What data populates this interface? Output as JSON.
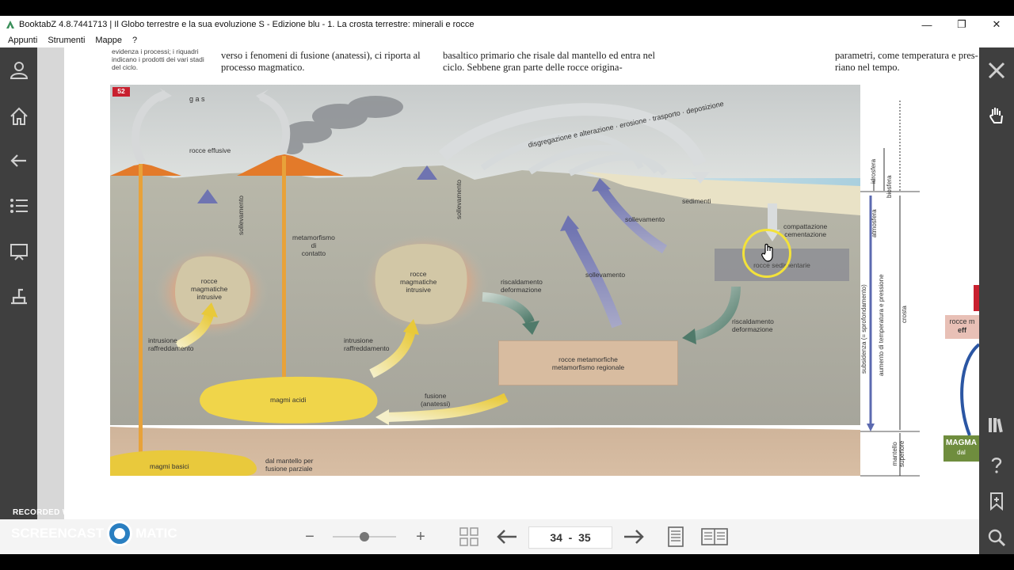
{
  "window": {
    "title": "BooktabZ 4.8.7441713 | Il Globo terrestre e la sua evoluzione S - Edizione blu - 1. La crosta terrestre: minerali e rocce",
    "minimize": "—",
    "restore": "❐",
    "close": "✕"
  },
  "menu": [
    "Appunti",
    "Strumenti",
    "Mappe",
    "?"
  ],
  "left_sidebar": [
    "user-icon",
    "home-icon",
    "back-arrow-icon",
    "list-icon",
    "board-icon",
    "tools-icon"
  ],
  "right_sidebar": [
    "close-tools-icon",
    "hand-icon",
    "library-icon",
    "help-icon",
    "bookmark-icon",
    "search-icon"
  ],
  "page": {
    "caption": "evidenza i processi; i riquadri indicano i prodotti dei vari stadi del ciclo.",
    "col1": "verso i fenomeni di fusione (anatessi), ci riporta al processo magmatico.",
    "col2": "basaltico primario che risale dal mantello ed entra nel ciclo. Sebbene gran parte delle rocce origina-",
    "col3": "parametri, come temperatura e pres- riano nel tempo."
  },
  "diagram": {
    "figure_number": "52",
    "gas": "g    a    s",
    "rocce_effusive": "rocce effusive",
    "top_arc": "disgregazione e alterazione · erosione · trasporto · deposizione",
    "sedimenti": "sedimenti",
    "compattazione": "compattazione\ncementazione",
    "rocce_sedimentarie": "rocce sedimentarie",
    "sollevamento_1": "sollevamento",
    "sollevamento_2": "sollevamento",
    "sollevamento_3": "sollevamento",
    "sollevamento_4": "sollevamento",
    "metamorfismo_contatto": "metamorfismo\ndi\ncontatto",
    "rocce_intrusive_1": "rocce\nmagmatiche\nintrusive",
    "rocce_intrusive_2": "rocce\nmagmatiche\nintrusive",
    "riscaldamento_1": "riscaldamento\ndeformazione",
    "riscaldamento_2": "riscaldamento\ndeformazione",
    "rocce_metamorfiche": "rocce metamorfiche\nmetamorfismo regionale",
    "intrusione_1": "intrusione\nraffreddamento",
    "intrusione_2": "intrusione\nraffreddamento",
    "magmi_acidi": "magmi acidi",
    "fusione": "fusione\n(anatessi)",
    "magmi_basici": "magmi basici",
    "dal_mantello": "dal mantello per\nfusione parziale"
  },
  "side_strip": {
    "atmosfera": "atmosfera",
    "biosfera": "biosfera",
    "idrosfera": "idrosfera",
    "subsidenza": "subsidenza (= sprofondamento)",
    "aumento": "aumento di temperatura e pressione",
    "crosta": "crosta",
    "mantello": "mantello\nsuperiore"
  },
  "next_page": {
    "rocce_label": "rocce m",
    "eff_label": "eff",
    "magma_label": "MAGMA",
    "dal_label": "dal"
  },
  "toolbar": {
    "zoom_minus": "−",
    "zoom_plus": "+",
    "page_numbers": "34  -  35",
    "zoom_level": 0.5
  },
  "watermark": {
    "line1": "RECORDED WITH",
    "left": "SCREENCAST",
    "right": "MATIC"
  },
  "colors": {
    "sidebar": "#3f3f3f",
    "highlight": "#f3e23a",
    "magma": "#e8c93a",
    "lava": "#e37a2a"
  }
}
